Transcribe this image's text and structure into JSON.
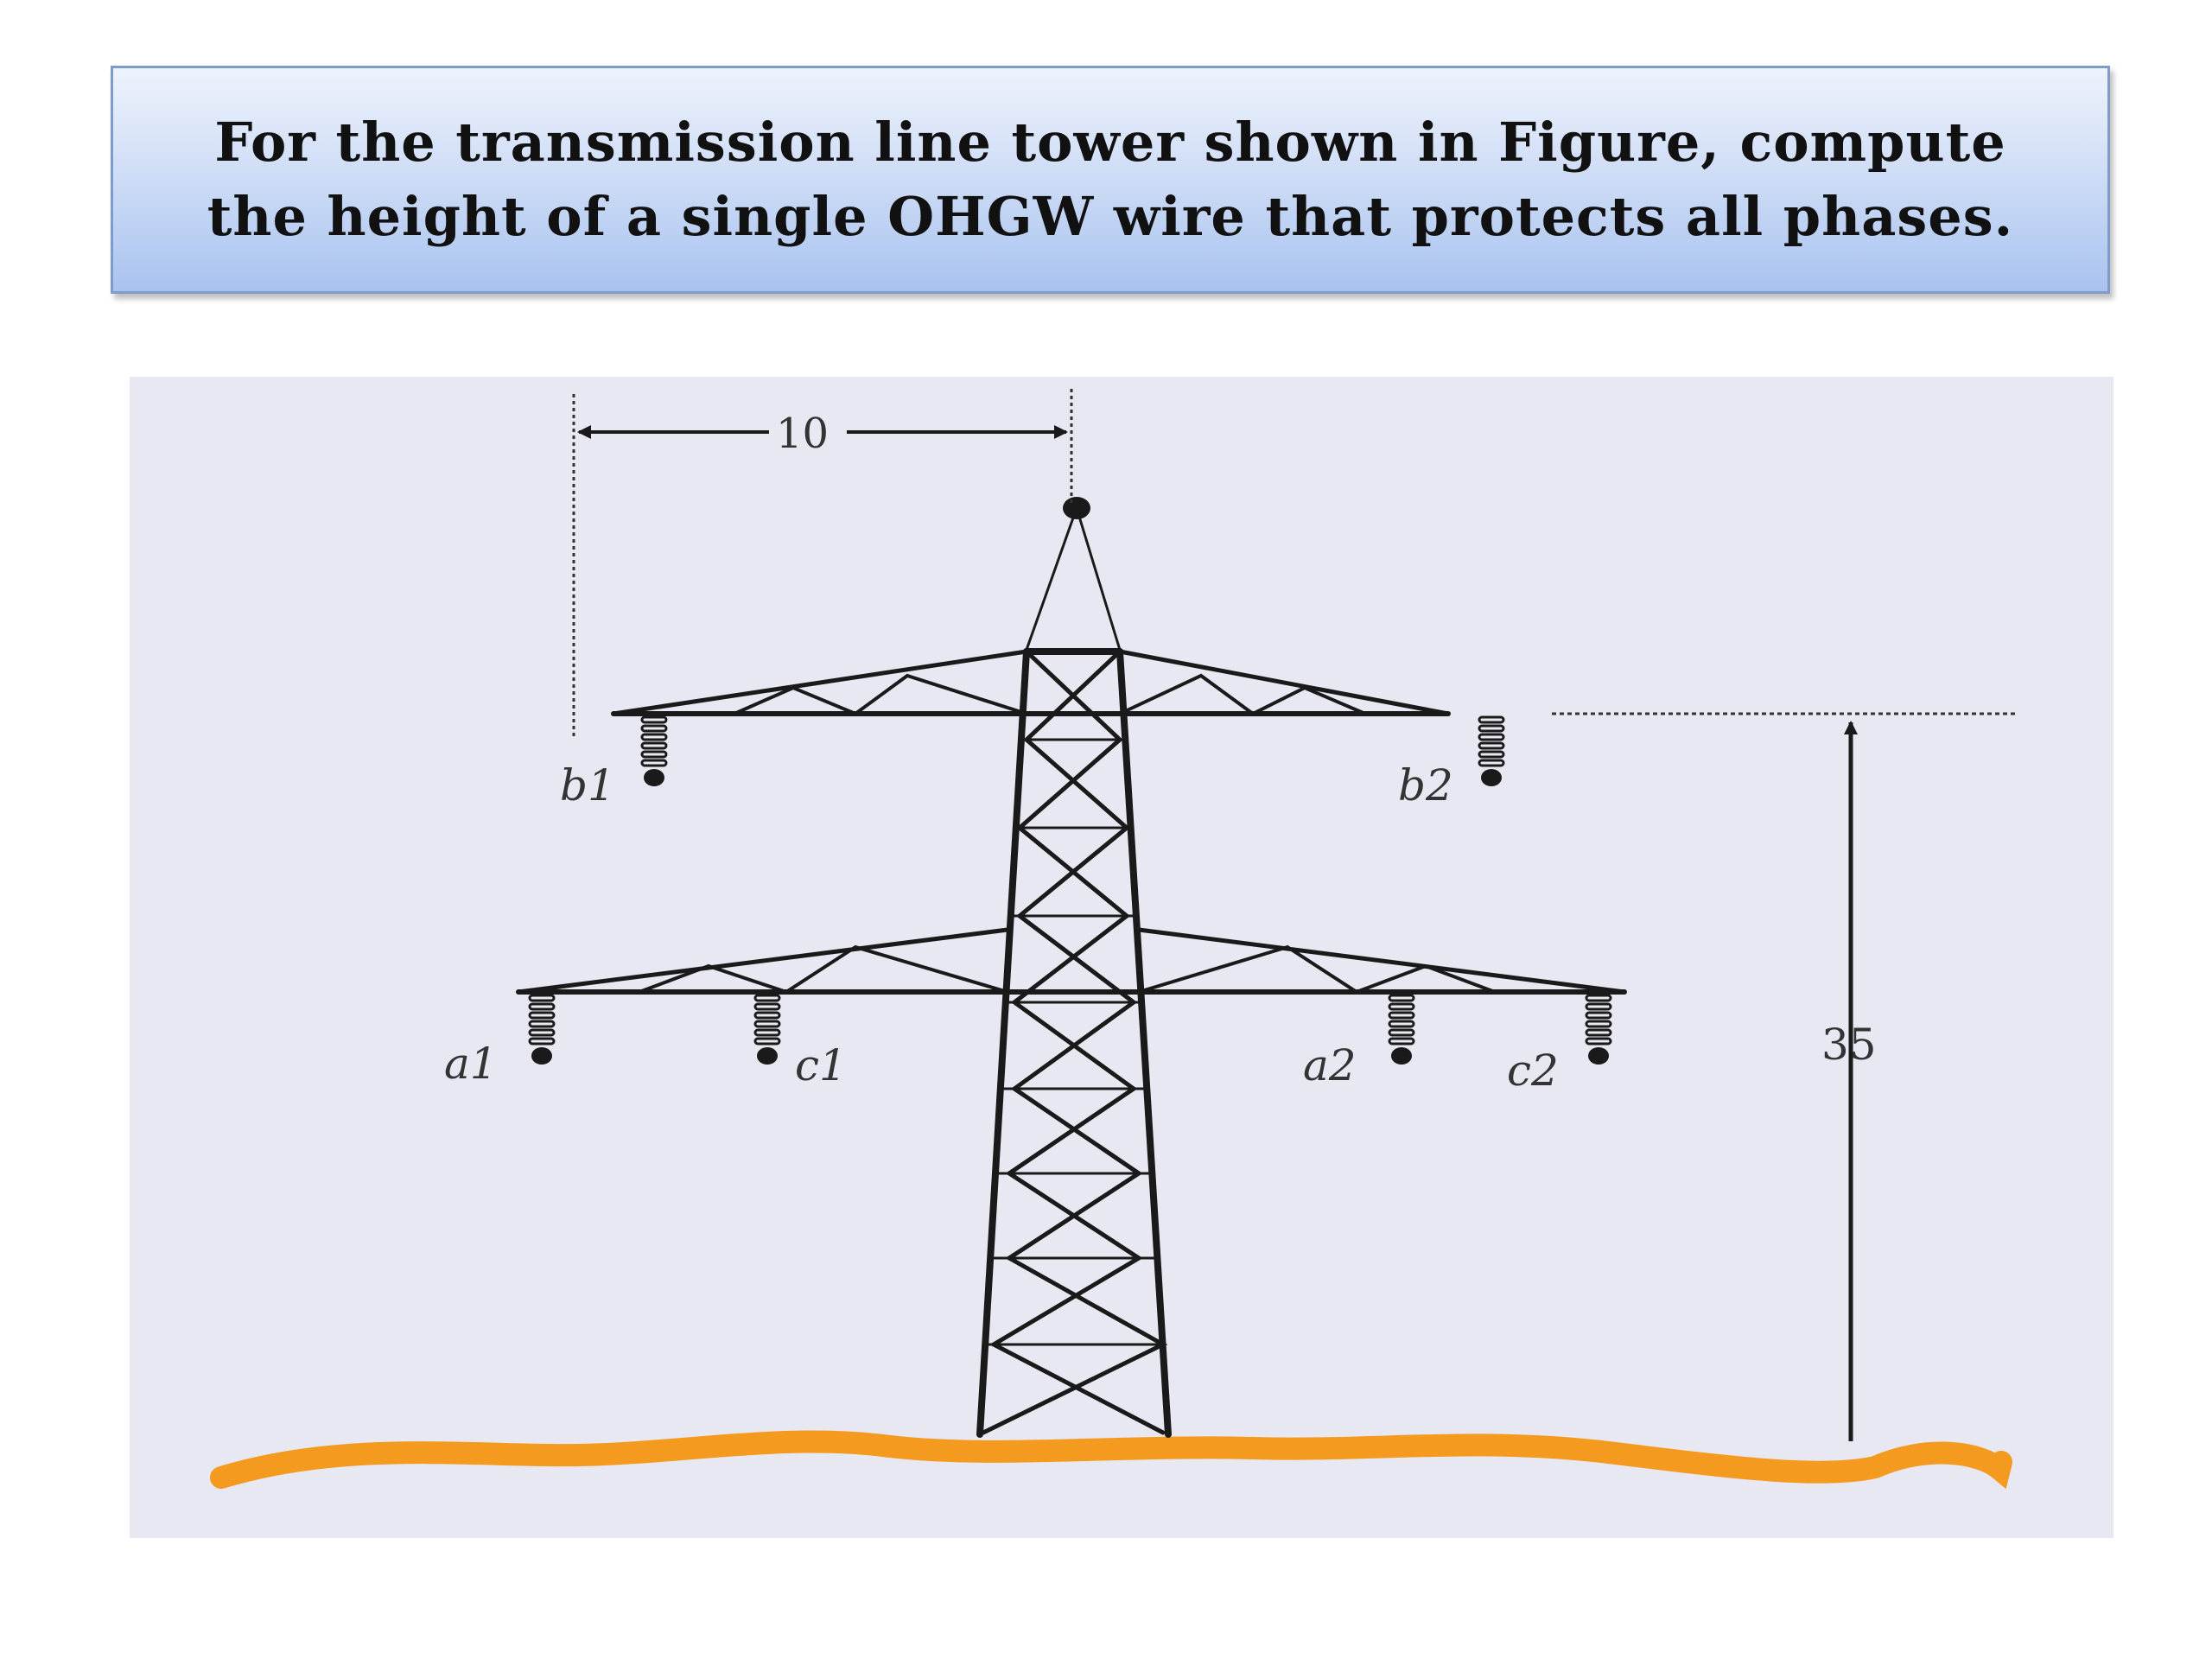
{
  "title": {
    "line1": "For the transmission line tower shown in Figure, compute",
    "line2": "the height of a single OHGW wire that protects all phases."
  },
  "diagram": {
    "horizontal_dimension": "10",
    "vertical_dimension": "35",
    "upper_phases": {
      "left": "b1",
      "right": "b2"
    },
    "lower_phases": {
      "outer_left": "a1",
      "inner_left": "c1",
      "inner_right": "a2",
      "outer_right": "c2"
    },
    "colors": {
      "ground": "#f39a1f",
      "tower": "#1a1a1a",
      "background": "#e8e8f2",
      "title_box": "#b7cdf3"
    }
  }
}
